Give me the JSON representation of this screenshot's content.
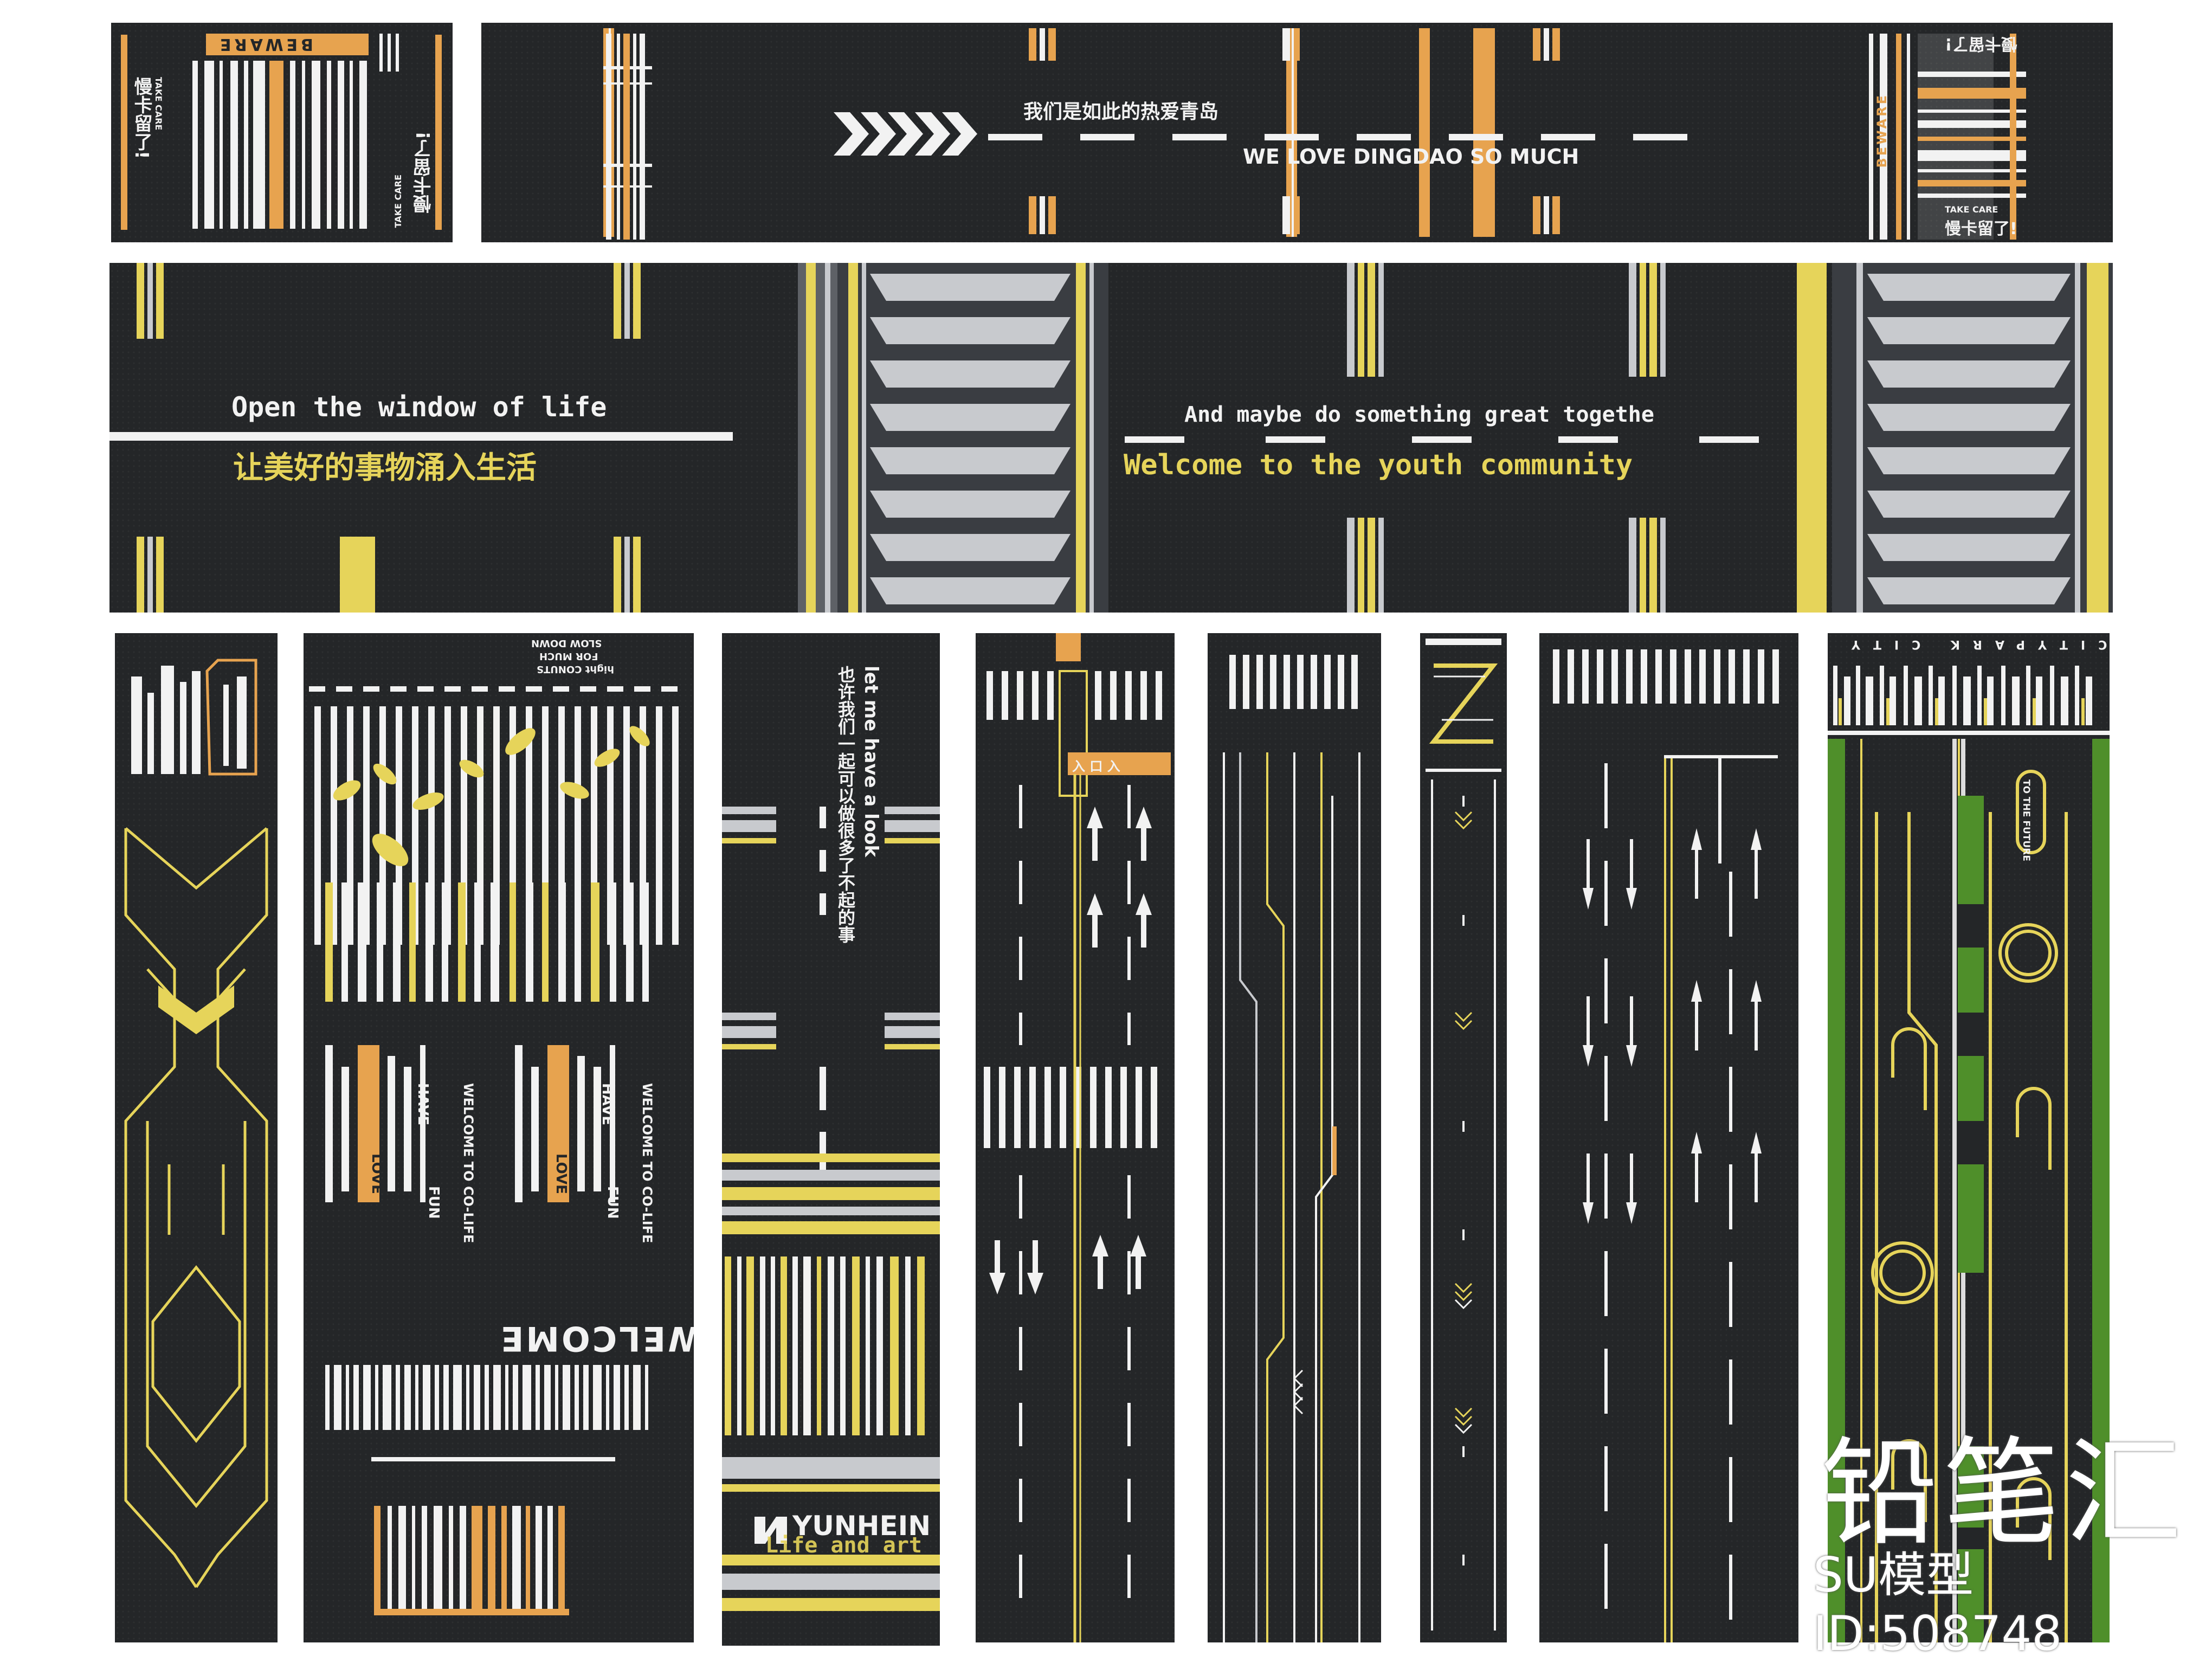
{
  "colors": {
    "asphalt": "#242628",
    "white_marking": "#f2f2f2",
    "yellow_marking": "#e6d45a",
    "bright_yellow": "#f2e04a",
    "orange_marking": "#e7a34f",
    "gray_marking": "#c8cace",
    "green_lane": "#4f8f2a",
    "lime_line": "#c8d83a"
  },
  "tile1": {
    "beware": "BEWARE",
    "take_care_1": "TAKE CARE",
    "take_care_2": "TAKE CARE",
    "cn_1": "慢卡留了!",
    "cn_2": "慢卡留了!"
  },
  "tile2": {
    "headline_cn": "我们是如此的热爱青岛",
    "headline_en": "WE LOVE DINGDAO SO MUCH",
    "beware": "BEWARE",
    "take_care": "TAKE CARE",
    "cn_1": "慢卡留了!",
    "cn_2": "慢卡留了!"
  },
  "tile3": {
    "en": "Open the window of life",
    "cn": "让美好的事物涌入生活"
  },
  "tile4": {
    "en": "And maybe do something great togethe",
    "en2": "Welcome to the youth community"
  },
  "tile6": {
    "slow_down_1": "SLOW DOWN",
    "slow_down_2": "FOR MUCH",
    "slow_down_3": "hight CONUTS",
    "have_1": "HAVE",
    "love_1": "LOVE",
    "fun_1": "FUN",
    "welcome_co_1": "WELCOME TO CO-LIFE",
    "have_2": "HAVE",
    "love_2": "LOVE",
    "fun_2": "FUN",
    "welcome_co_2": "WELCOME TO CO-LIFE",
    "welcome": "WELCOME"
  },
  "tile7": {
    "vertical_en": "let me have a look",
    "vertical_cn": "也许我们一起可以做很多了不起的事",
    "brand": "YUNHEIN",
    "tagline": "Life and art"
  },
  "tile8": {
    "sign": "入 口 入"
  },
  "tile12": {
    "top_text": "PARK CITYPARK CITY",
    "future": "TO THE FUTURE"
  },
  "watermark": {
    "brand": "铅笔汇",
    "model_id": "SU模型ID:508748"
  }
}
